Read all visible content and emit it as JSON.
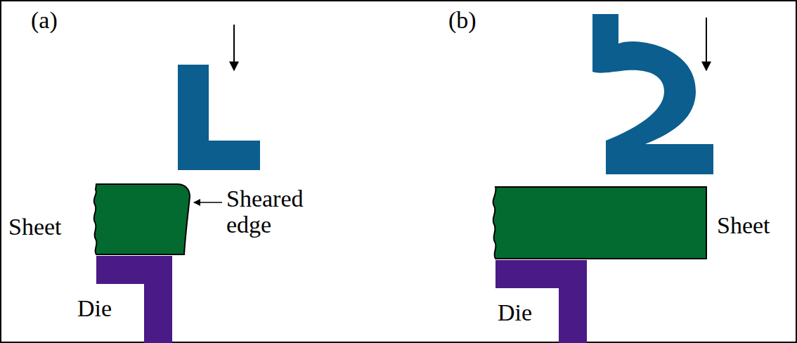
{
  "diagram": {
    "labels": [
      "(a)",
      "Sheet",
      "Sheared edge",
      "Die",
      "(b)",
      "Sheet",
      "Die"
    ]
  }
}
